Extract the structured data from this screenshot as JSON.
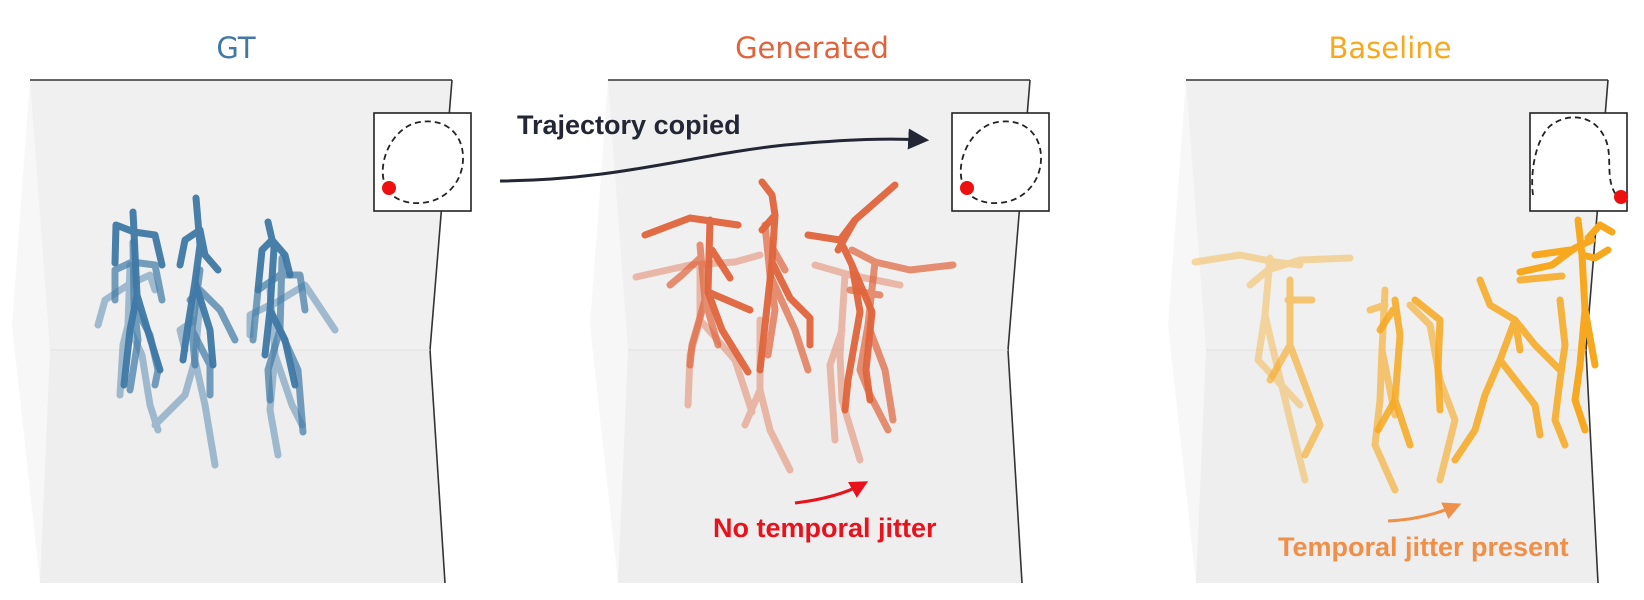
{
  "panels": [
    {
      "title": "GT",
      "color": "#3f79a6"
    },
    {
      "title": "Generated",
      "color": "#e0643b"
    },
    {
      "title": "Baseline",
      "color": "#f7a81e"
    }
  ],
  "annotations": {
    "trajectory_label": "Trajectory copied",
    "trajectory_color": "#232735",
    "no_jitter_label": "No temporal jitter",
    "no_jitter_color": "#e8121c",
    "jitter_label": "Temporal jitter present",
    "jitter_color": "#f08f48"
  },
  "inset": {
    "marker_color": "#ee1010",
    "path_style": "dashed"
  }
}
